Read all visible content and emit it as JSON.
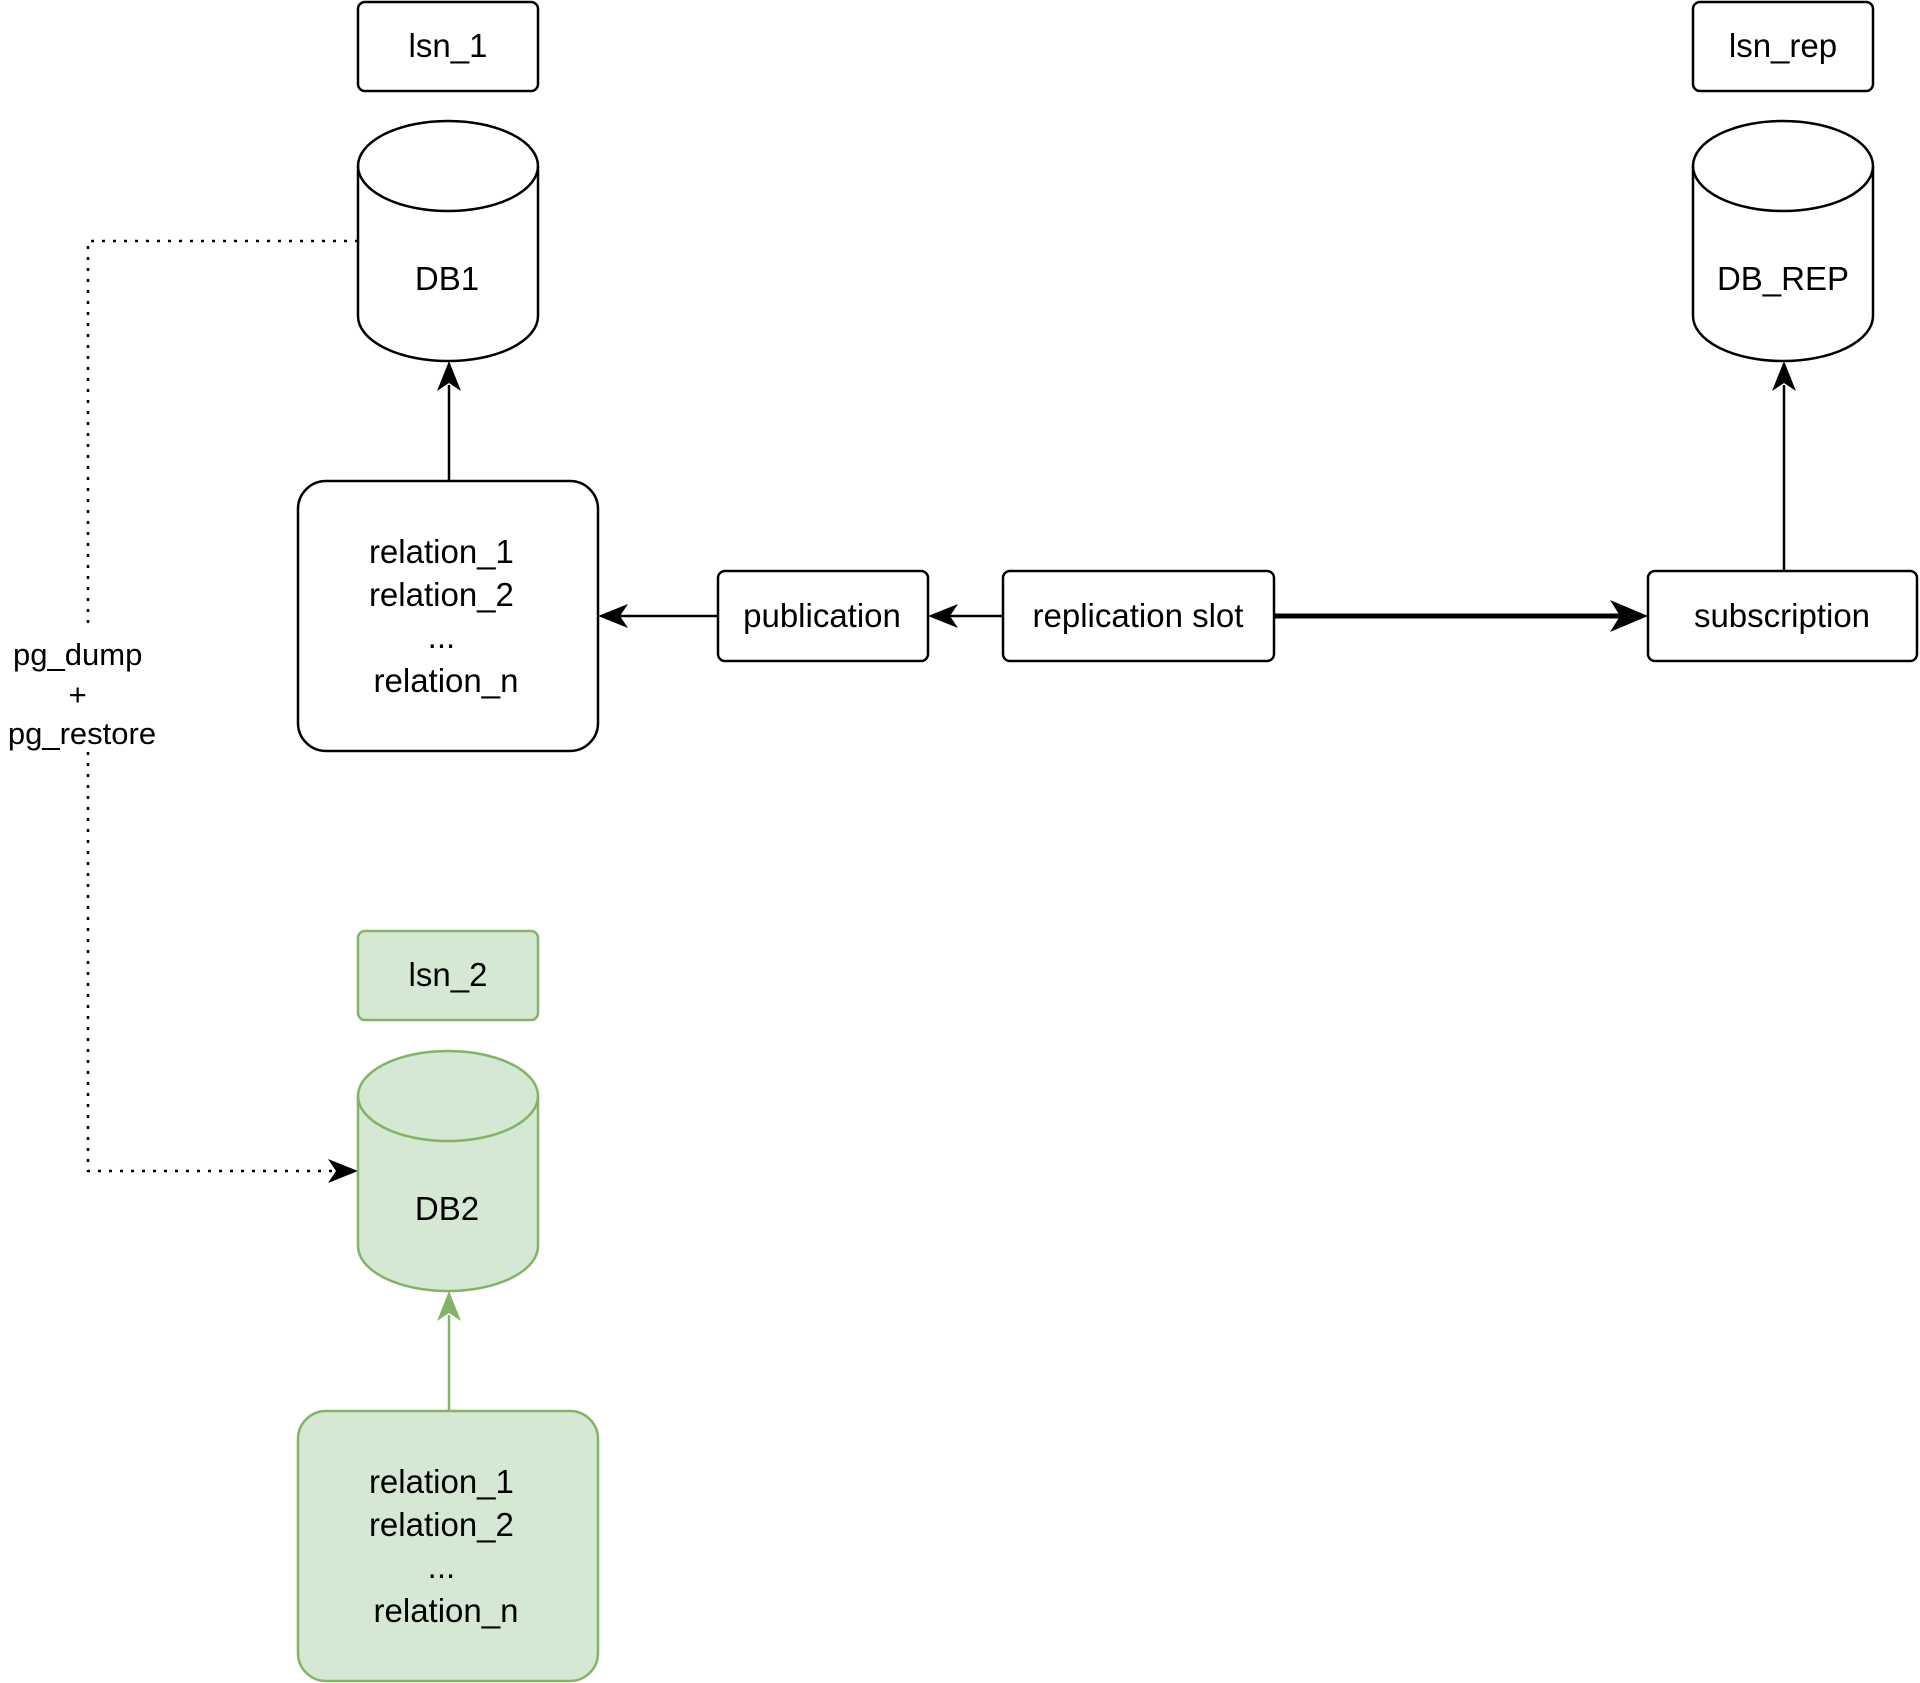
{
  "nodes": {
    "lsn_1": {
      "label": "lsn_1"
    },
    "lsn_rep": {
      "label": "lsn_rep"
    },
    "lsn_2": {
      "label": "lsn_2"
    },
    "db1": {
      "label": "DB1"
    },
    "db_rep": {
      "label": "DB_REP"
    },
    "db2": {
      "label": "DB2"
    },
    "relations_db1": {
      "lines": [
        "relation_1",
        "relation_2",
        "...",
        "relation_n"
      ]
    },
    "relations_db2": {
      "lines": [
        "relation_1",
        "relation_2",
        "...",
        "relation_n"
      ]
    },
    "publication": {
      "label": "publication"
    },
    "replication_slot": {
      "label": "replication slot"
    },
    "subscription": {
      "label": "subscription"
    }
  },
  "edge_label": {
    "lines": [
      "pg_dump",
      "+",
      "pg_restore"
    ]
  },
  "colors": {
    "stroke": "#000000",
    "fill": "#ffffff",
    "green_fill": "#d5e8d4",
    "green_stroke": "#82b366"
  }
}
